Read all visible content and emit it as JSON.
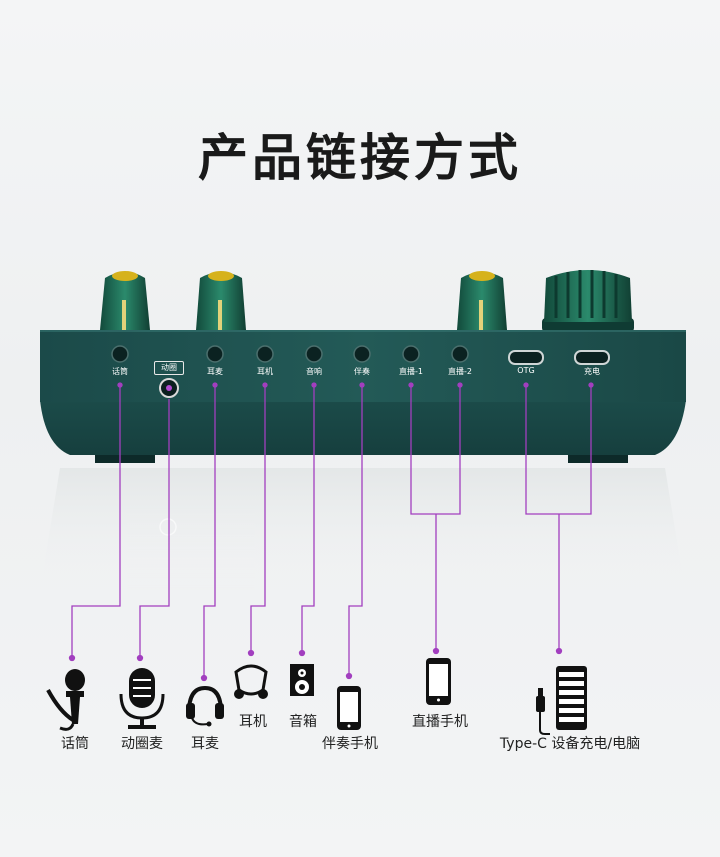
{
  "title": "产品链接方式",
  "ports": {
    "mic": "话筒",
    "dynamic": "动圈",
    "headset": "耳麦",
    "earphone": "耳机",
    "speaker": "音响",
    "accompany": "伴奏",
    "live1": "直播-1",
    "live2": "直播-2",
    "otg": "OTG",
    "charge": "充电"
  },
  "devices": {
    "mic": "话筒",
    "dynamic_mic": "动圈麦",
    "headset": "耳麦",
    "earphone": "耳机",
    "speaker": "音箱",
    "accompany_phone": "伴奏手机",
    "live_phone": "直播手机",
    "typec": "Type-C 设备充电/电脑"
  },
  "colors": {
    "device_body": "#1e4e4a",
    "knob": "#1f6b55",
    "knob_cap": "#d8b21a",
    "line": "#a23fbf"
  }
}
